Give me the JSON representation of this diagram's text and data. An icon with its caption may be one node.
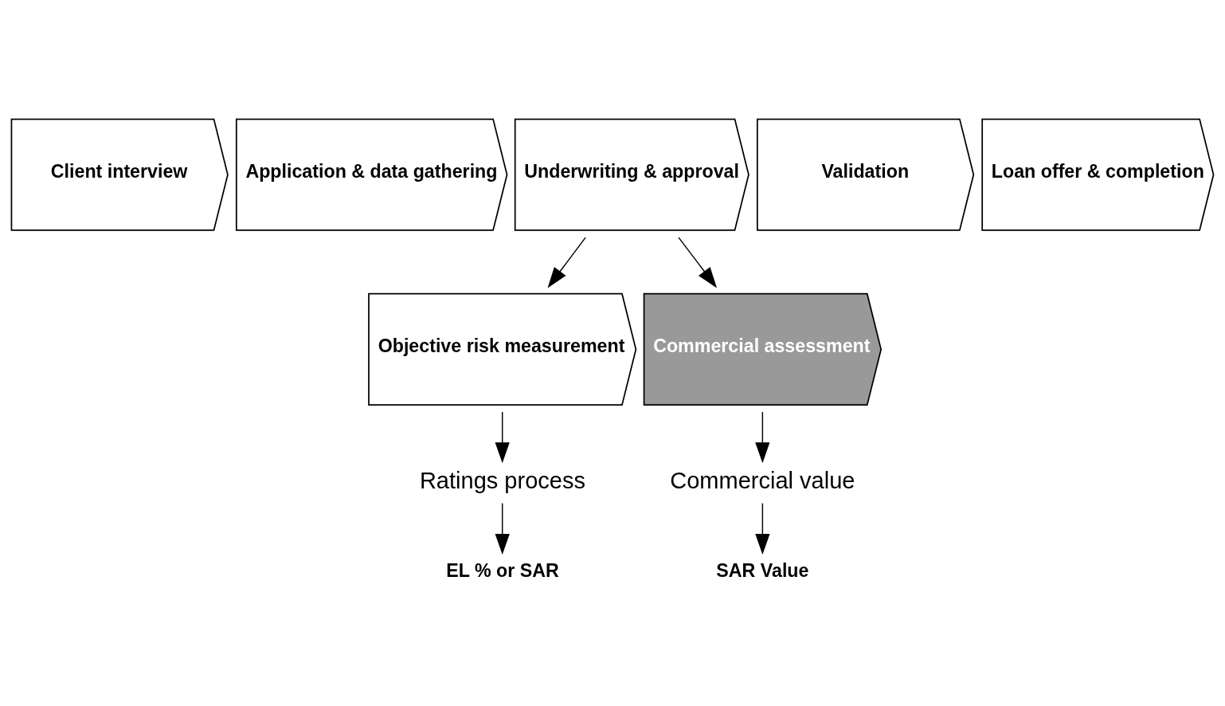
{
  "diagram": {
    "nodes": [
      {
        "text": [
          "Client interview"
        ]
      },
      {
        "text": [
          "Application & data gathering"
        ]
      },
      {
        "text": [
          "Underwriting & approval"
        ]
      },
      {
        "text": [
          "Validation"
        ]
      },
      {
        "text": [
          "Loan offer & completion"
        ]
      },
      {
        "text": [
          "Objective risk measurement"
        ]
      },
      {
        "text": [
          "Commercial assessment"
        ]
      },
      {
        "text": [
          "Ratings process"
        ]
      },
      {
        "text": [
          "Commercial value"
        ]
      },
      {
        "text": [
          "EL % or SAR"
        ]
      },
      {
        "text": [
          "SAR Value"
        ]
      }
    ],
    "edges": [
      {
        "from": 2,
        "to": 5,
        "arrow": "to"
      },
      {
        "from": 2,
        "to": 6,
        "arrow": "to"
      },
      {
        "from": 5,
        "to": 7,
        "arrow": "to"
      },
      {
        "from": 7,
        "to": 9,
        "arrow": "to"
      },
      {
        "from": 6,
        "to": 8,
        "arrow": "to"
      },
      {
        "from": 8,
        "to": 10,
        "arrow": "to"
      }
    ]
  }
}
